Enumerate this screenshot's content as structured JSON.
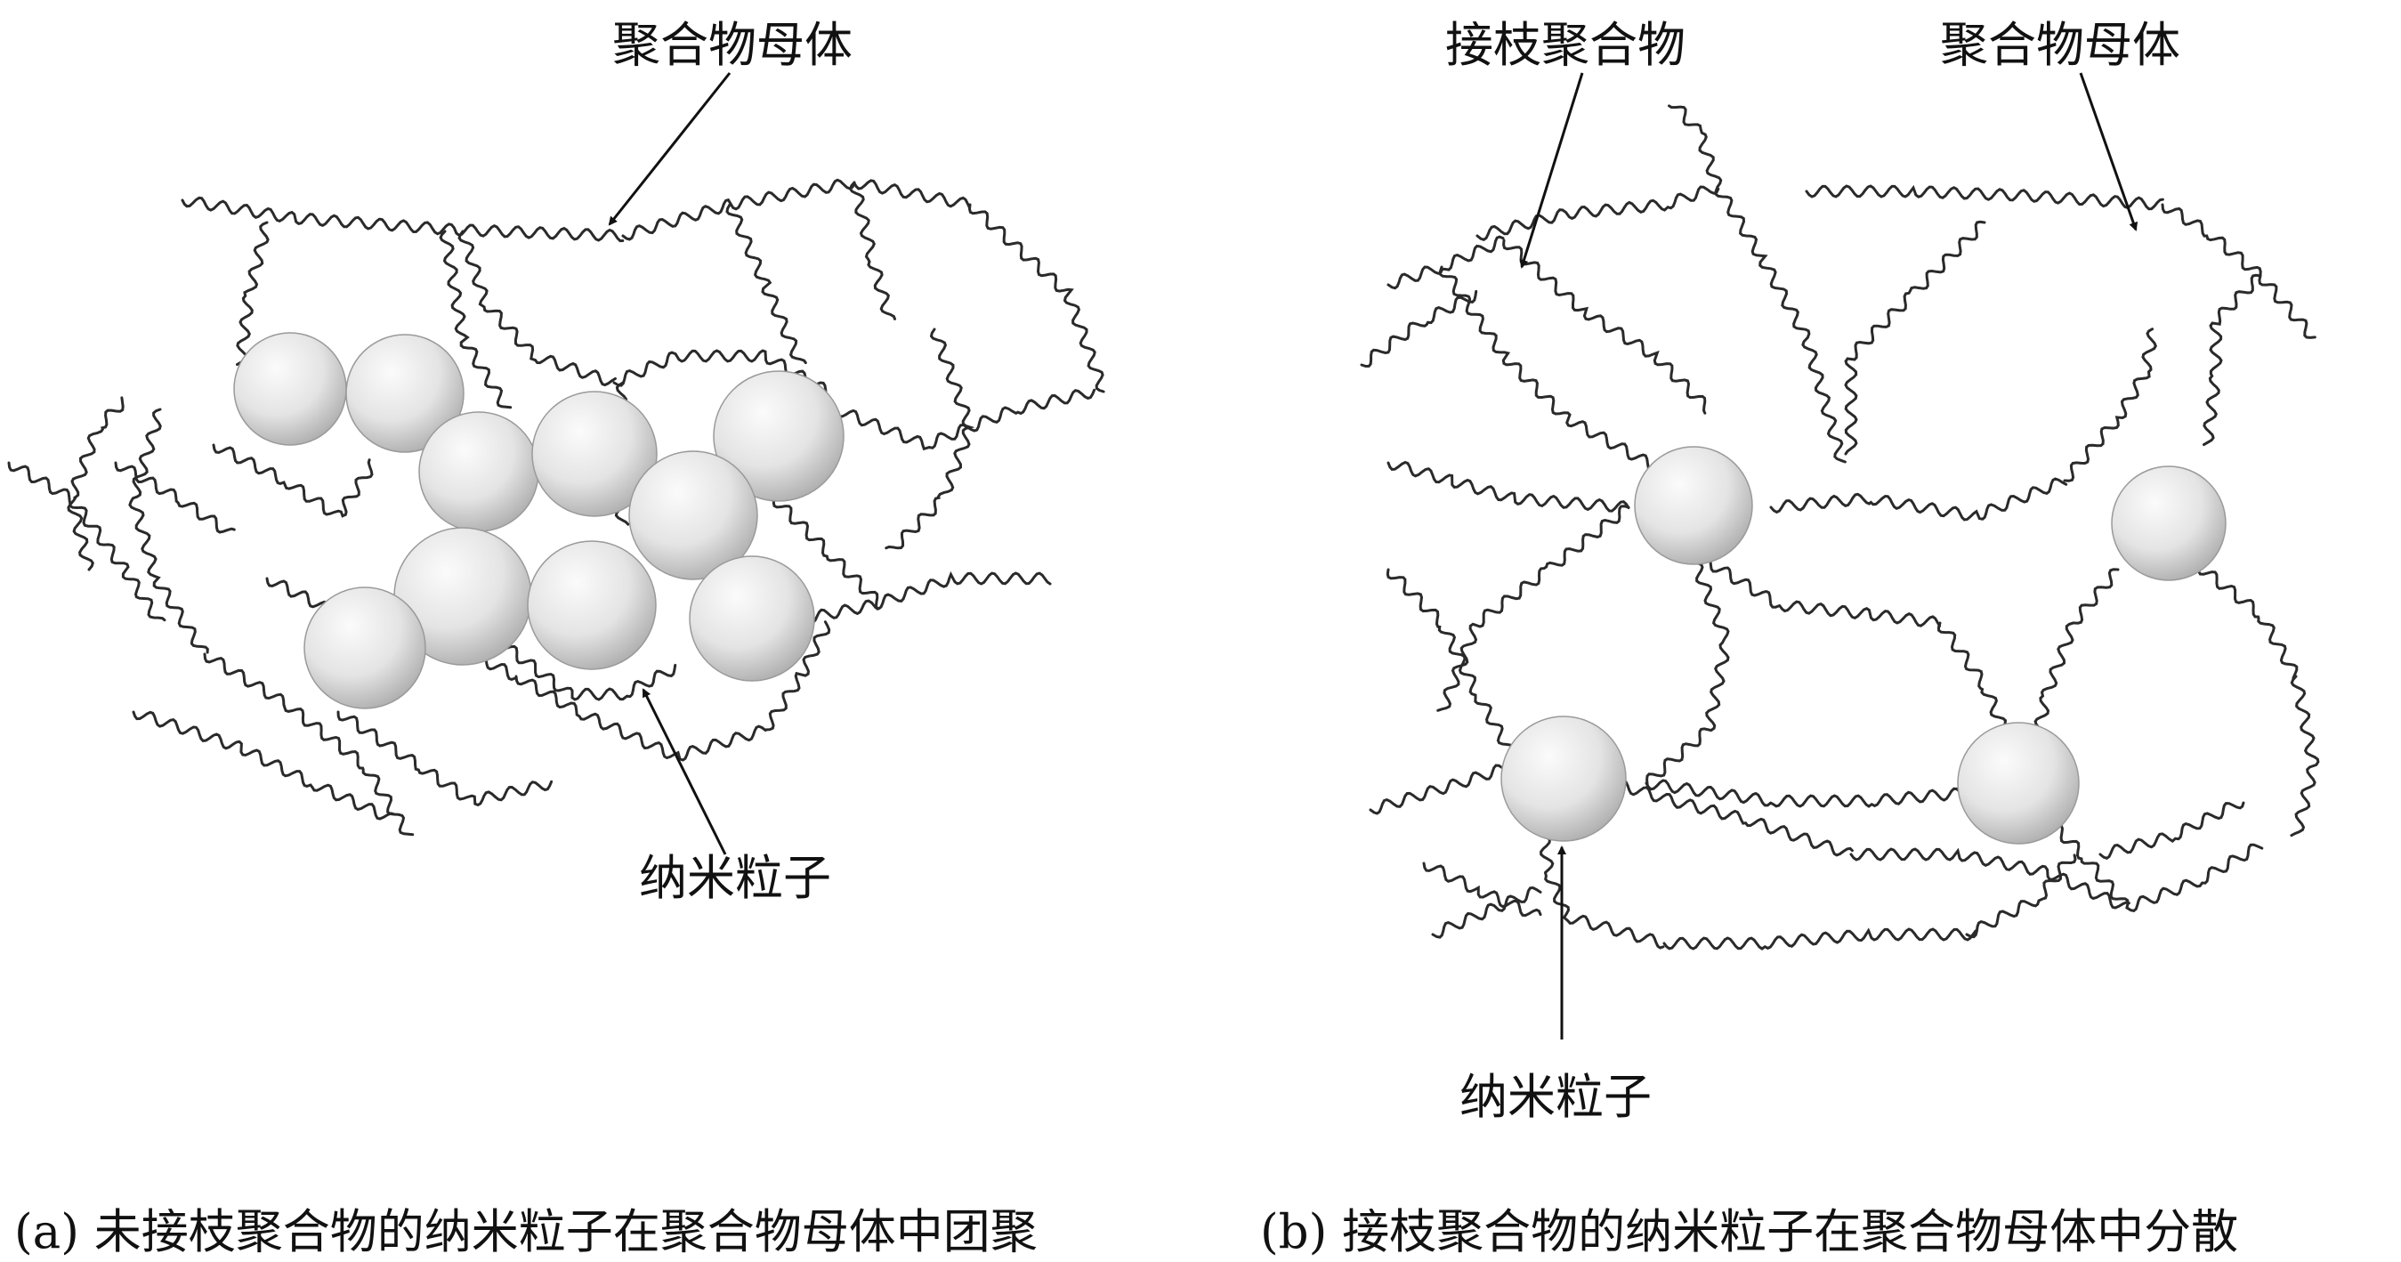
{
  "panel_a": {
    "label_matrix": "聚合物母体",
    "label_particle": "纳米粒子",
    "caption": "(a) 未接枝聚合物的纳米粒子在聚合物母体中团聚"
  },
  "panel_b": {
    "label_grafted": "接枝聚合物",
    "label_matrix": "聚合物母体",
    "label_particle": "纳米粒子",
    "caption": "(b) 接枝聚合物的纳米粒子在聚合物母体中分散"
  },
  "colors": {
    "chain": "#2a2a2a",
    "particle_light": "#fbfbfb",
    "particle_dark": "#a9a9a9",
    "arrow": "#111111"
  }
}
